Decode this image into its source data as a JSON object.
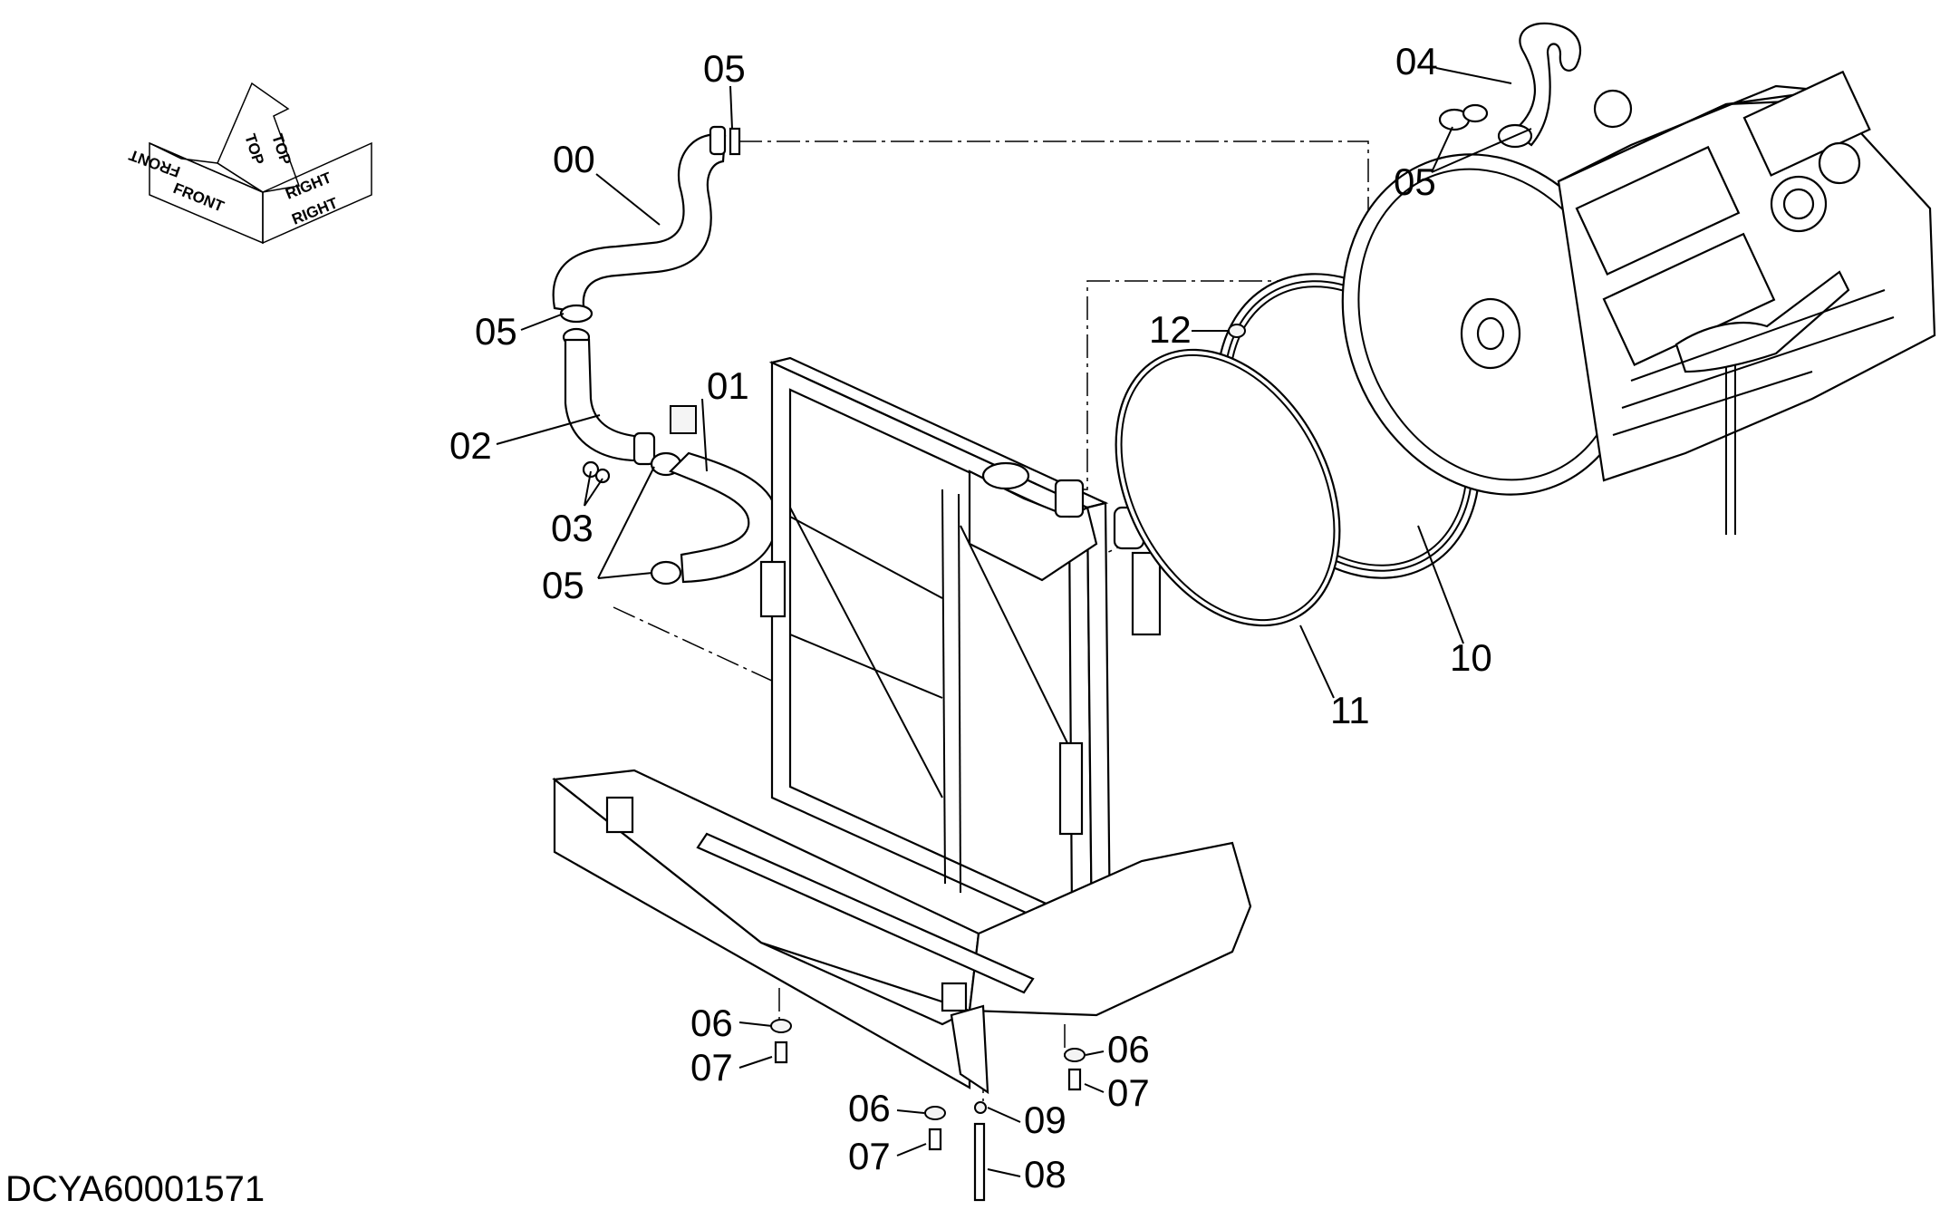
{
  "orientation": {
    "front": "FRONT",
    "top": "TOP",
    "right": "RIGHT"
  },
  "callouts": [
    {
      "id": "00",
      "text": "00"
    },
    {
      "id": "01",
      "text": "01"
    },
    {
      "id": "02",
      "text": "02"
    },
    {
      "id": "03",
      "text": "03"
    },
    {
      "id": "04",
      "text": "04"
    },
    {
      "id": "05a",
      "text": "05"
    },
    {
      "id": "05b",
      "text": "05"
    },
    {
      "id": "05c",
      "text": "05"
    },
    {
      "id": "05d",
      "text": "05"
    },
    {
      "id": "06a",
      "text": "06"
    },
    {
      "id": "06b",
      "text": "06"
    },
    {
      "id": "06c",
      "text": "06"
    },
    {
      "id": "07a",
      "text": "07"
    },
    {
      "id": "07b",
      "text": "07"
    },
    {
      "id": "07c",
      "text": "07"
    },
    {
      "id": "08",
      "text": "08"
    },
    {
      "id": "09",
      "text": "09"
    },
    {
      "id": "10",
      "text": "10"
    },
    {
      "id": "11",
      "text": "11"
    },
    {
      "id": "12",
      "text": "12"
    }
  ],
  "drawing_code": "DCYA60001571"
}
